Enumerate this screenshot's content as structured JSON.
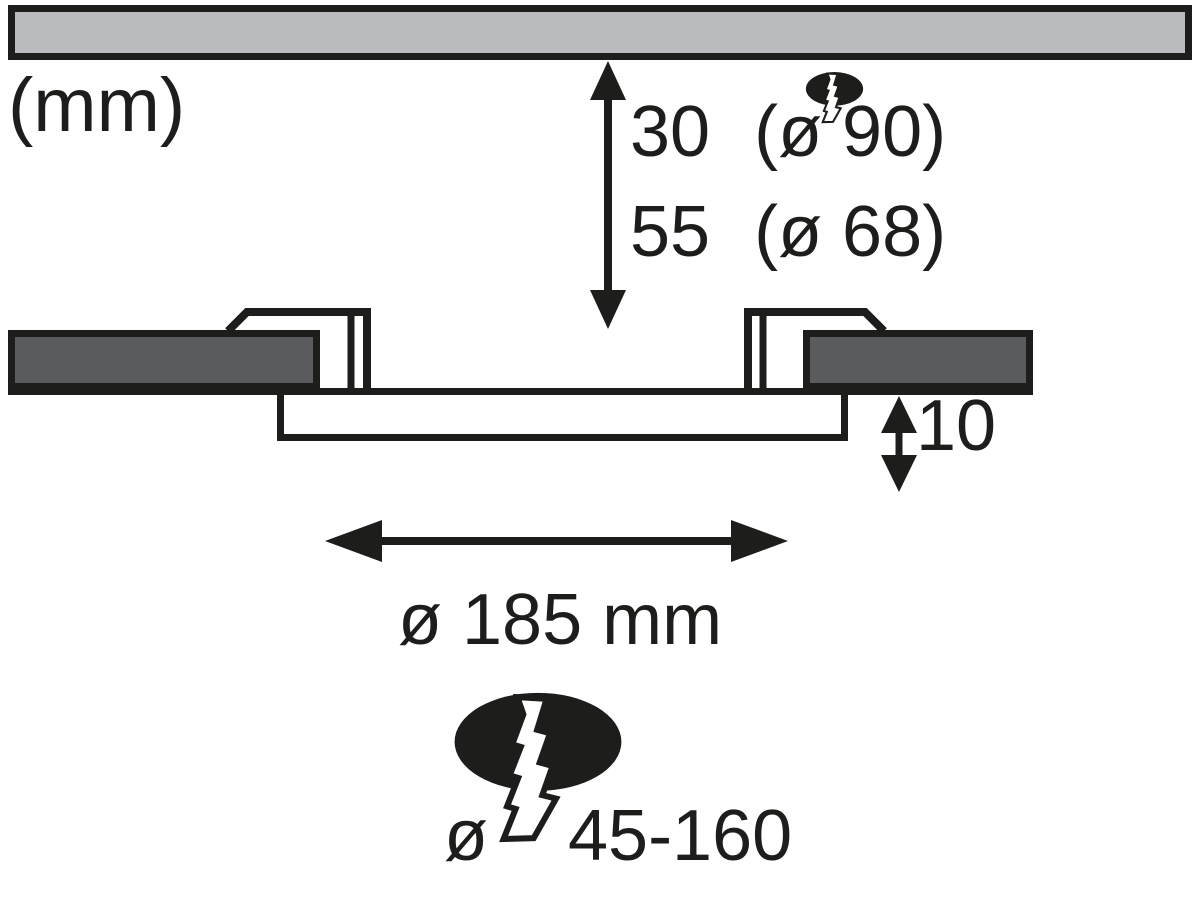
{
  "unit_label": "(mm)",
  "recess_depth": {
    "rows": [
      {
        "depth": "30",
        "cutout_diameter": "(ø 90)"
      },
      {
        "depth": "55",
        "cutout_diameter": "(ø 68)"
      }
    ]
  },
  "panel_protrusion": "10",
  "panel_diameter": "ø 185 mm",
  "cutout_range": {
    "diameter_symbol": "ø",
    "range": "45-160"
  },
  "icons": {
    "top": "mains-connection-lightning-icon",
    "bottom": "mains-connection-lightning-icon"
  },
  "colors": {
    "ceiling_fill": "#b9bbbe",
    "fixture_fill": "#5a5b5d",
    "line": "#1d1d1b"
  }
}
